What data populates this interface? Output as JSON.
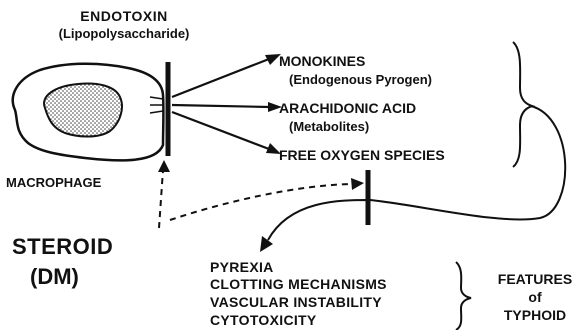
{
  "stimulus": {
    "name": "ENDOTOXIN",
    "detail": "(Lipopolysaccharide)"
  },
  "cell": "MACROPHAGE",
  "mediators": [
    {
      "name": "MONOKINES",
      "detail": "(Endogenous Pyrogen)"
    },
    {
      "name": "ARACHIDONIC ACID",
      "detail": "(Metabolites)"
    },
    {
      "name": "FREE OXYGEN SPECIES",
      "detail": ""
    }
  ],
  "blocker": {
    "line1": "STEROID",
    "line2": "(DM)"
  },
  "features": [
    "PYREXIA",
    "CLOTTING MECHANISMS",
    "VASCULAR INSTABILITY",
    "CYTOTOXICITY"
  ],
  "result": [
    "FEATURES",
    "of",
    "TYPHOID"
  ]
}
